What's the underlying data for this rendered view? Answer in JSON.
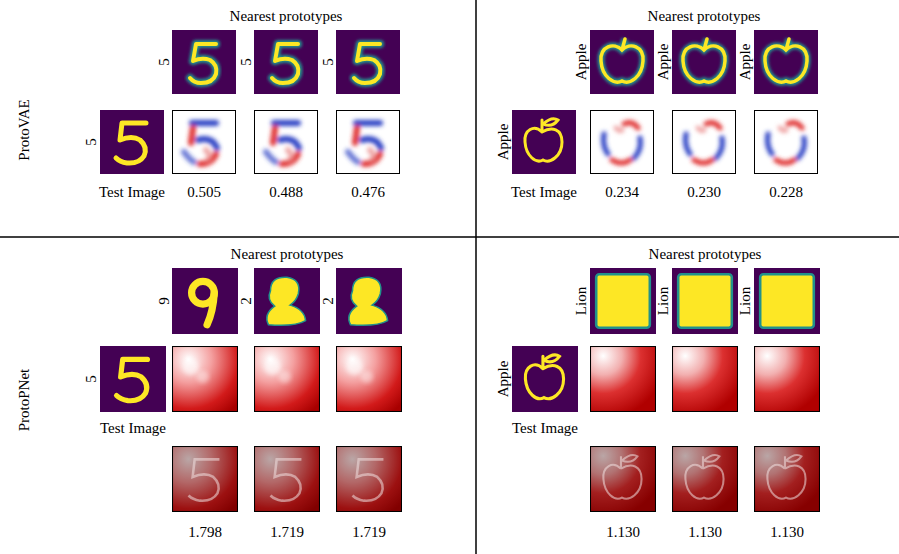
{
  "diagram": {
    "labels": [
      "Nearest prototypes",
      "Nearest prototypes",
      "ProtoVAE",
      "5",
      "5",
      "5",
      "5",
      "Test Image",
      "0.505",
      "0.488",
      "0.476",
      "Apple",
      "Apple",
      "Apple",
      "Apple",
      "Test Image",
      "0.234",
      "0.230",
      "0.228",
      "Nearest prototypes",
      "Nearest prototypes",
      "ProtoPNet",
      "9",
      "2",
      "2",
      "5",
      "Test Image",
      "1.798",
      "1.719",
      "1.719",
      "Lion",
      "Lion",
      "Lion",
      "Apple",
      "Test Image",
      "1.130",
      "1.130",
      "1.130"
    ]
  }
}
